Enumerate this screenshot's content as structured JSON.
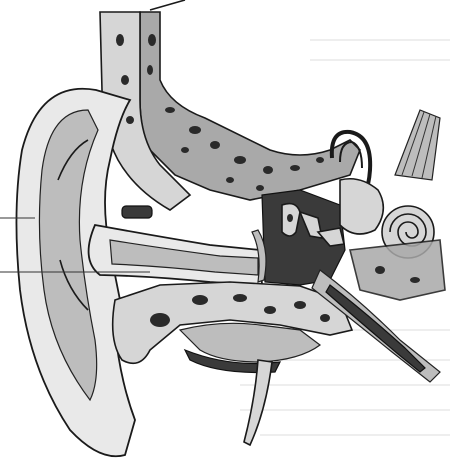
{
  "figure": {
    "structures": [
      "outer-ear",
      "ear-canal",
      "skull-bone",
      "eardrum",
      "ossicles",
      "semicircular-canals",
      "cochlea",
      "auditory-nerve",
      "eustachian-tube",
      "styloid-process"
    ]
  },
  "colors": {
    "bone": "#a9a9a9",
    "bone_pores": "#2a2a2a",
    "skin": "#e9e9e9",
    "outline": "#1a1a1a",
    "background": "#ffffff"
  }
}
